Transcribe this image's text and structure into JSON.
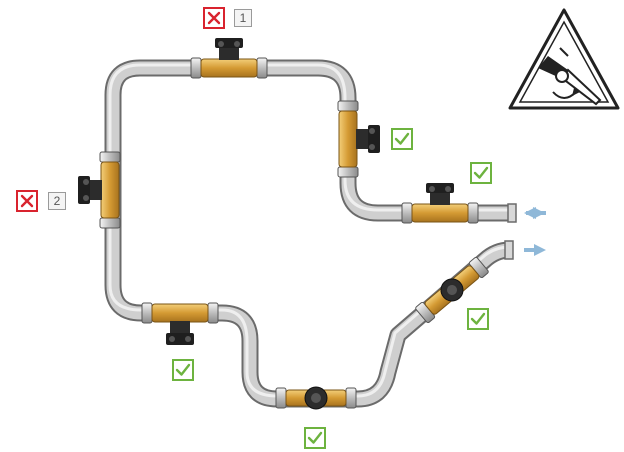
{
  "markers": {
    "valve_top": {
      "status": "incorrect",
      "number": "1",
      "icon": "x-mark-icon"
    },
    "valve_left": {
      "status": "incorrect",
      "number": "2",
      "icon": "x-mark-icon"
    },
    "valve_right_vertical": {
      "status": "correct",
      "icon": "check-mark-icon"
    },
    "valve_right_inlet": {
      "status": "correct",
      "icon": "check-mark-icon"
    },
    "valve_bottom_left": {
      "status": "correct",
      "icon": "check-mark-icon"
    },
    "valve_bottom_center": {
      "status": "correct",
      "icon": "check-mark-icon"
    },
    "valve_diagonal": {
      "status": "correct",
      "icon": "check-mark-icon"
    }
  },
  "flow": {
    "inlet_icon": "arrow-left-icon",
    "outlet_icon": "arrow-right-icon"
  },
  "colors": {
    "pipe_fill": "#c8c8c8",
    "pipe_stroke": "#6b6b6b",
    "brass": "#d9a441",
    "ok": "#6db33f",
    "bad": "#d9232e",
    "arrow": "#8fb8d8"
  },
  "warning_sign": {
    "icon": "esd-warning-triangle-icon"
  }
}
